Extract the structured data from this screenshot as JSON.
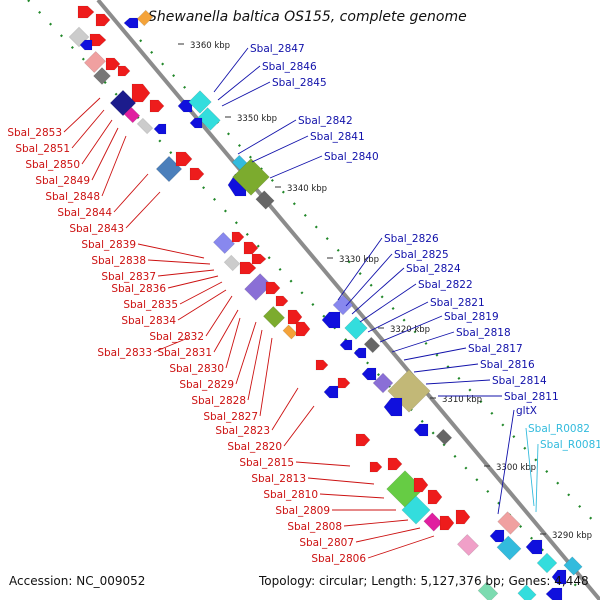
{
  "header": {
    "title": "Shewanella baltica OS155, complete genome"
  },
  "footer": {
    "accession": "Accession: NC_009052",
    "topology": "Topology: circular; Length: 5,127,376 bp; Genes: 4,448"
  },
  "colors": {
    "forward_gene": "#ee1c1c",
    "reverse_gene": "#1010dd",
    "rna": "#33ccee",
    "backbone": "#8c8c8c",
    "scale_dots": "#22882a",
    "label_red": "#cc1111",
    "label_blue": "#1111aa",
    "label_cyan": "#33bbdd"
  },
  "scale": [
    {
      "text": "3360 kbp"
    },
    {
      "text": "3350 kbp"
    },
    {
      "text": "3340 kbp"
    },
    {
      "text": "3330 kbp"
    },
    {
      "text": "3320 kbp"
    },
    {
      "text": "3310 kbp"
    },
    {
      "text": "3300 kbp"
    },
    {
      "text": "3290 kbp"
    }
  ],
  "labels": {
    "left": [
      "Sbal_2853",
      "Sbal_2851",
      "Sbal_2850",
      "Sbal_2849",
      "Sbal_2848",
      "Sbal_2844",
      "Sbal_2843",
      "Sbal_2839",
      "Sbal_2838",
      "Sbal_2837",
      "Sbal_2836",
      "Sbal_2835",
      "Sbal_2834",
      "Sbal_2832",
      "Sbal_2833",
      "Sbal_2831",
      "Sbal_2830",
      "Sbal_2829",
      "Sbal_2828",
      "Sbal_2827",
      "Sbal_2823",
      "Sbal_2820",
      "Sbal_2815",
      "Sbal_2813",
      "Sbal_2810",
      "Sbal_2809",
      "Sbal_2808",
      "Sbal_2807",
      "Sbal_2806"
    ],
    "right": [
      "Sbal_2847",
      "Sbal_2846",
      "Sbal_2845",
      "Sbal_2842",
      "Sbal_2841",
      "Sbal_2840",
      "Sbal_2826",
      "Sbal_2825",
      "Sbal_2824",
      "Sbal_2822",
      "Sbal_2821",
      "Sbal_2819",
      "Sbal_2818",
      "Sbal_2817",
      "Sbal_2816",
      "Sbal_2814",
      "Sbal_2811",
      "gltX",
      "Sbal_R0082",
      "Sbal_R0081"
    ]
  }
}
